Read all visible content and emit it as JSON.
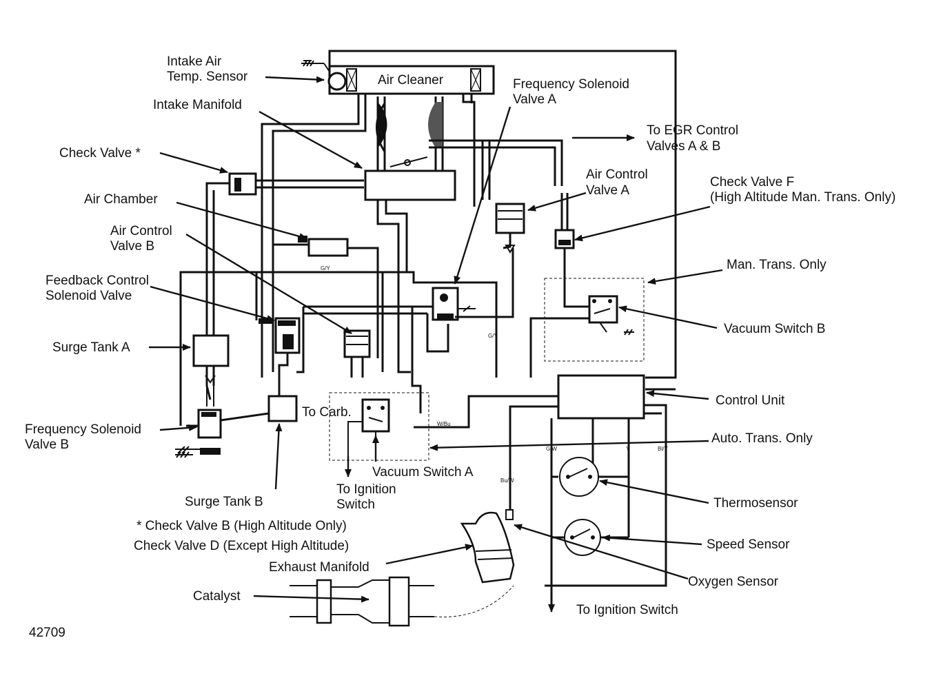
{
  "labels": {
    "intake_air_temp_sensor_1": "Intake Air",
    "intake_air_temp_sensor_2": "Temp. Sensor",
    "air_cleaner": "Air Cleaner",
    "intake_manifold": "Intake Manifold",
    "frequency_solenoid_valve_a_1": "Frequency Solenoid",
    "frequency_solenoid_valve_a_2": "Valve A",
    "to_egr_1": "To EGR Control",
    "to_egr_2": "Valves A & B",
    "check_valve": "Check Valve *",
    "air_control_valve_a_1": "Air Control",
    "air_control_valve_a_2": "Valve A",
    "check_valve_f_1": "Check Valve F",
    "check_valve_f_2": "(High Altitude Man. Trans. Only)",
    "air_chamber": "Air Chamber",
    "air_control_valve_b_1": "Air Control",
    "air_control_valve_b_2": "Valve B",
    "man_trans_only": "Man. Trans. Only",
    "feedback_1": "Feedback Control",
    "feedback_2": "Solenoid Valve",
    "vacuum_switch_b": "Vacuum Switch B",
    "surge_tank_a": "Surge Tank A",
    "control_unit": "Control Unit",
    "to_carb": "To Carb.",
    "frequency_solenoid_valve_b_1": "Frequency Solenoid",
    "frequency_solenoid_valve_b_2": "Valve B",
    "auto_trans_only": "Auto. Trans. Only",
    "vacuum_switch_a": "Vacuum Switch A",
    "to_ignition_switch_1": "To Ignition",
    "to_ignition_switch_2": "Switch",
    "surge_tank_b": "Surge Tank B",
    "thermosensor": "Thermosensor",
    "footnote_1": "* Check Valve B (High Altitude Only)",
    "footnote_2": "Check Valve D (Except High Altitude)",
    "speed_sensor": "Speed Sensor",
    "exhaust_manifold": "Exhaust Manifold",
    "oxygen_sensor": "Oxygen Sensor",
    "catalyst": "Catalyst",
    "to_ignition_switch_bottom": "To Ignition Switch",
    "figure_number": "42709"
  },
  "wire_codes": {
    "gy_top": "G/Y",
    "gy_mid": "G/Y",
    "w_bu": "W/Bu",
    "g_w": "G/W",
    "y": "Y",
    "bl_y": "Bl/Y",
    "bu_w": "Bu/W"
  }
}
